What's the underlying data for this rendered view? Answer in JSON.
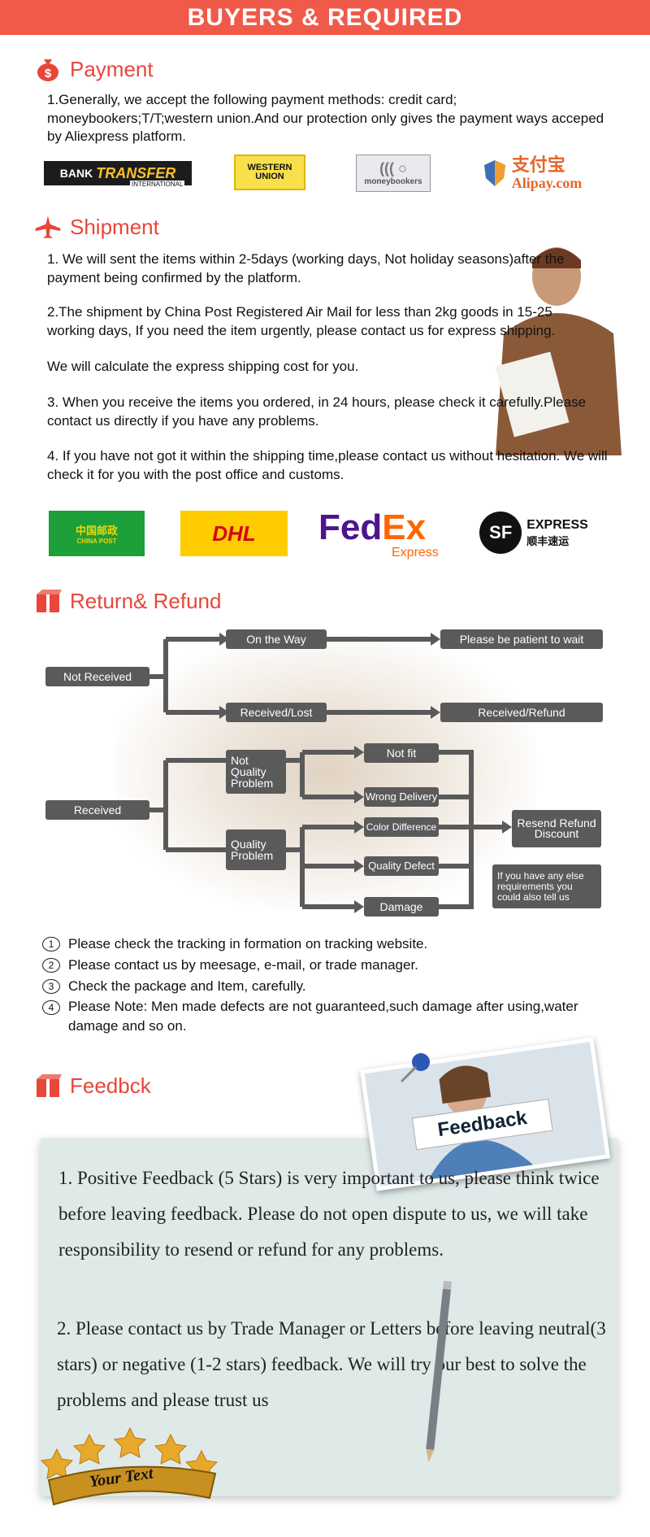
{
  "banner": {
    "title": "BUYERS & REQUIRED"
  },
  "payment": {
    "title": "Payment",
    "text": "1.Generally, we accept the following payment methods: credit card; moneybookers;T/T;western union.And our protection only gives the payment ways acceped by Aliexpress platform.",
    "logos": {
      "bank_a": "BANK",
      "bank_b": "TRANSFER",
      "bank_c": "INTERNATIONAL",
      "western": "WESTERN UNION",
      "moneybookers": "moneybookers",
      "alipay_cn": "支付宝",
      "alipay_en": "Alipay.com"
    }
  },
  "shipment": {
    "title": "Shipment",
    "p1": "1. We will sent the items within 2-5days (working days, Not holiday seasons)after the payment being confirmed by the platform.",
    "p2": "2.The shipment by China Post Registered Air Mail for less than  2kg goods in 15-25 working days, If  you need the item urgently, please contact us for express shipping.",
    "p2b": "We will calculate the express shipping cost for you.",
    "p3": "3. When you receive the items you ordered, in 24 hours, please check  it carefully.Please contact us directly if you have any problems.",
    "p4": "4. If you have not got it within the shipping time,please contact us without hesitation. We will check it for you with the post office and customs.",
    "logos": {
      "chinapost_cn": "中国邮政",
      "chinapost_en": "CHINA POST",
      "dhl": "DHL",
      "fed": "Fed",
      "ex": "Ex",
      "fedex_sub": "Express",
      "sf": "SF",
      "sf_en": "EXPRESS",
      "sf_cn": "顺丰速运"
    }
  },
  "refund": {
    "title": "Return& Refund",
    "boxes": {
      "not_received": "Not Received",
      "on_the_way": "On the Way",
      "patient": "Please be patient to wait",
      "received_lost": "Received/Lost",
      "received_refund": "Received/Refund",
      "received": "Received",
      "not_quality": "Not Quality Problem",
      "quality": "Quality Problem",
      "not_fit": "Not fit",
      "wrong_delivery": "Wrong Delivery",
      "color_diff": "Color Difference",
      "quality_defect": "Quality Defect",
      "damage": "Damage",
      "resend": "Resend Refund Discount",
      "else": "If you have any else requirements you could also tell us"
    },
    "notes": [
      {
        "n": "1",
        "text": "Please check the tracking in formation on tracking website."
      },
      {
        "n": "2",
        "text": "Please contact us by meesage, e-mail, or trade manager."
      },
      {
        "n": "3",
        "text": "Check the package and Item, carefully."
      },
      {
        "n": "4",
        "text": "Please Note: Men made defects  are not guaranteed,such damage after using,water damage and so on."
      }
    ]
  },
  "feedback": {
    "title": "Feedbck",
    "card": "Feedback",
    "p1": "1. Positive Feedback (5 Stars) is very important to us, please think twice before leaving feedback. Please do not open dispute to us,   we will take responsibility to resend or refund for any problems.",
    "p2": "2. Please contact us by Trade Manager or Letters before leaving neutral(3 stars) or negative (1-2 stars) feedback. We will try our best to solve the problems and please trust us",
    "badge": "Your Text"
  }
}
